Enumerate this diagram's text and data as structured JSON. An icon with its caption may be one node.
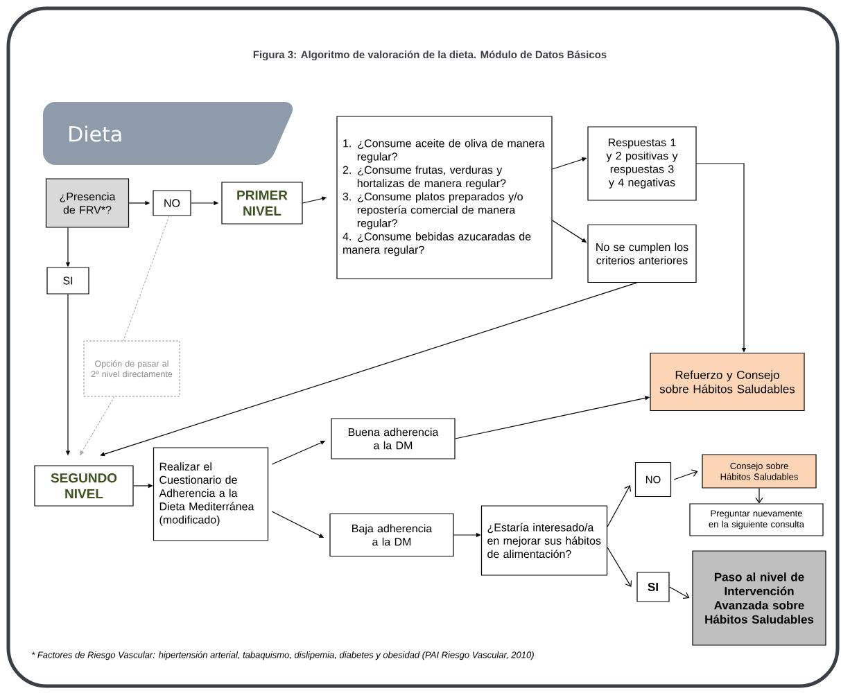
{
  "diagram": {
    "title": "Figura 3: Algoritmo de valoración de la dieta. Módulo de Datos Básicos",
    "nodes": [
      {
        "text": [
          "Dieta"
        ]
      },
      {
        "text": [
          "¿Presencia de FRV*?"
        ]
      },
      {
        "text": [
          "NO"
        ]
      },
      {
        "text": [
          "PRIMER NIVEL"
        ]
      },
      {
        "text": [
          "1. ¿Consume aceite de oliva de manera regular?",
          "2. ¿Consume frutas, verduras y hortalizas de manera regular?",
          "3. ¿Consume platos preparados y/o repostería comercial de manera regular?",
          "4. ¿Consume bebidas azucaradas de manera regular?"
        ]
      },
      {
        "text": [
          "Respuestas 1 y 2 positivas y respuestas 3 y 4 negativas"
        ]
      },
      {
        "text": [
          "No se cumplen los criterios anteriores"
        ]
      },
      {
        "text": [
          "SI"
        ]
      },
      {
        "text": [
          "Opción de pasar al 2º nivel directamente"
        ]
      },
      {
        "text": [
          "Refuerzo y Consejo sobre Hábitos Saludables"
        ]
      },
      {
        "text": [
          "SEGUNDO NIVEL"
        ]
      },
      {
        "text": [
          "Realizar el Cuestionario de Adherencia a la Dieta Mediterránea (modificado)"
        ]
      },
      {
        "text": [
          "Buena adherencia a la DM"
        ]
      },
      {
        "text": [
          "Baja adherencia a la DM"
        ]
      },
      {
        "text": [
          "¿Estaría interesado/a en mejorar sus hábitos de alimentación?"
        ]
      },
      {
        "text": [
          "NO"
        ]
      },
      {
        "text": [
          "Consejo sobre Hábitos Saludables"
        ]
      },
      {
        "text": [
          "Preguntar nuevamente en la siguiente consulta"
        ]
      },
      {
        "text": [
          "SI"
        ]
      },
      {
        "text": [
          "Paso al nivel de Intervención Avanzada sobre Hábitos Saludables"
        ]
      }
    ],
    "edges": [
      {
        "from": 1,
        "to": 2,
        "arrow": "to"
      },
      {
        "from": 2,
        "to": 3,
        "arrow": "to"
      },
      {
        "from": 3,
        "to": 4,
        "arrow": "to"
      },
      {
        "from": 4,
        "to": 5,
        "arrow": "to"
      },
      {
        "from": 4,
        "to": 6,
        "arrow": "to"
      },
      {
        "from": 1,
        "to": 7,
        "arrow": "to"
      },
      {
        "from": 2,
        "to": 8,
        "arrow": "none",
        "style": "dashed",
        "color": "#a6a6a6"
      },
      {
        "from": 5,
        "to": 9,
        "arrow": "to"
      },
      {
        "from": 7,
        "to": 10,
        "arrow": "to"
      },
      {
        "from": 8,
        "to": 10,
        "arrow": "to",
        "style": "dashed",
        "color": "#a6a6a6"
      },
      {
        "from": 6,
        "to": 10,
        "arrow": "to"
      },
      {
        "from": 10,
        "to": 11,
        "arrow": "to"
      },
      {
        "from": 11,
        "to": 12,
        "arrow": "to"
      },
      {
        "from": 11,
        "to": 13,
        "arrow": "to"
      },
      {
        "from": 12,
        "to": 9,
        "arrow": "to"
      },
      {
        "from": 13,
        "to": 14,
        "arrow": "to"
      },
      {
        "from": 14,
        "to": 15,
        "arrow": "to"
      },
      {
        "from": 14,
        "to": 18,
        "arrow": "to"
      },
      {
        "from": 15,
        "to": 16,
        "arrow": "to"
      },
      {
        "from": 16,
        "to": 17,
        "arrow": "to"
      },
      {
        "from": 18,
        "to": 19,
        "arrow": "to"
      }
    ],
    "labels": [
      "* Factores de Riesgo Vascular: hipertensión arterial, tabaquismo, dislipemia, diabetes y obesidad (PAI Riesgo Vascular, 2010)"
    ]
  }
}
